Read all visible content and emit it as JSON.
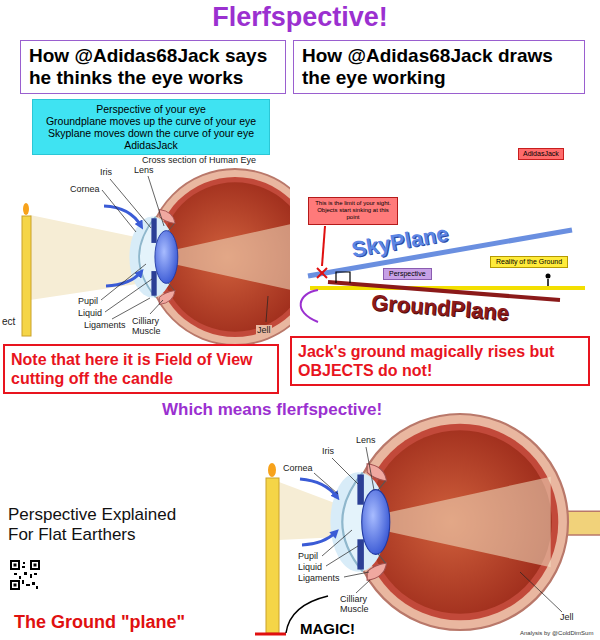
{
  "diagram": {
    "title": "Flerfspective!",
    "nodes": [
      {
        "text": [
          "How @Adidas68Jack says he thinks the eye works"
        ]
      },
      {
        "text": [
          "How @Adidas68Jack draws the eye working"
        ]
      },
      {
        "text": [
          "Perspective of your eye",
          "Groundplane moves up the curve of your eye",
          "Skyplane moves down the curve of your eye",
          "AdidasJack"
        ]
      },
      {
        "text": [
          "AdidasJack"
        ]
      },
      {
        "text": [
          "This is the limit of your sight. Objects start sinking at this point"
        ]
      },
      {
        "text": [
          "Perspective"
        ]
      },
      {
        "text": [
          "Reality of the Ground"
        ]
      },
      {
        "text": [
          "Note that here it is Field of View cutting off the candle"
        ]
      },
      {
        "text": [
          "Jack's ground magically rises but OBJECTS do not!"
        ]
      }
    ],
    "labels": [
      "Which means flerfspective!",
      "Cross section of Human Eye",
      "Cornea",
      "Iris",
      "Lens",
      "Pupil",
      "Liquid",
      "Ligaments",
      "Cilliary Muscle",
      "Jell",
      "ect",
      "SkyPlane",
      "GroundPlane",
      "Perspective Explained For Flat Earthers",
      "Cornea",
      "Iris",
      "Lens",
      "Pupil",
      "Liquid",
      "Ligaments",
      "Cilliary Muscle",
      "Jell",
      "The Ground \"plane\"",
      "MAGIC!",
      "Analysis by @ColdDimSum"
    ]
  }
}
